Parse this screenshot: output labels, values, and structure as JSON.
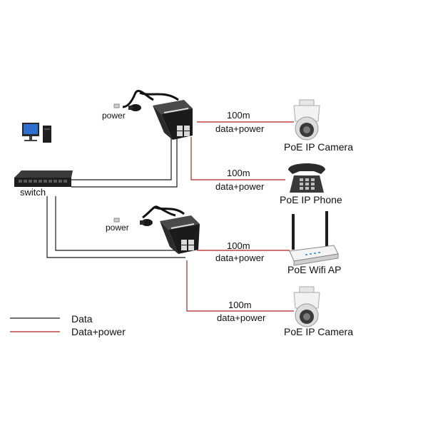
{
  "colors": {
    "data_line": "#1a1a1a",
    "power_line": "#b22222",
    "device_dark": "#1b1b1b",
    "device_light": "#d9d9d9"
  },
  "labels": {
    "switch": "switch",
    "power_top": "power",
    "power_bottom": "power"
  },
  "links": [
    {
      "distance": "100m",
      "type": "data+power"
    },
    {
      "distance": "100m",
      "type": "data+power"
    },
    {
      "distance": "100m",
      "type": "data+power"
    },
    {
      "distance": "100m",
      "type": "data+power"
    }
  ],
  "devices": [
    {
      "name": "PoE IP Camera",
      "icon": "dome-camera-icon"
    },
    {
      "name": "PoE IP  Phone",
      "icon": "telephone-icon"
    },
    {
      "name": "PoE Wifi AP",
      "icon": "wifi-router-icon"
    },
    {
      "name": "PoE IP Camera",
      "icon": "dome-camera-icon"
    }
  ],
  "legend": [
    {
      "label": "Data"
    },
    {
      "label": "Data+power"
    }
  ]
}
